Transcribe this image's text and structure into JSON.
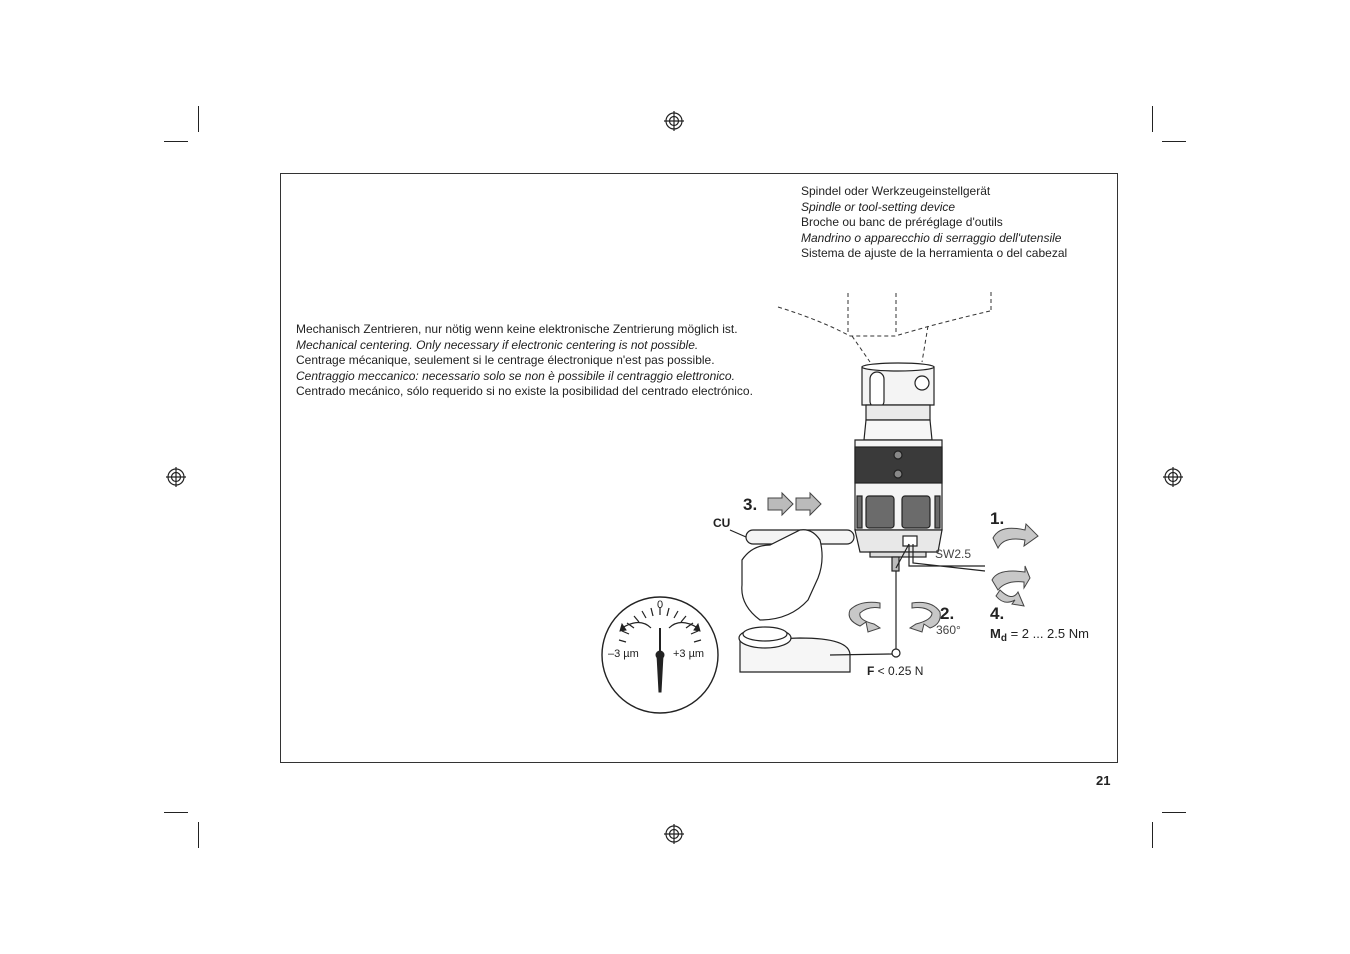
{
  "top_caption": [
    {
      "text": "Spindel oder Werkzeugeinstellgerät",
      "italic": false
    },
    {
      "text": "Spindle or tool-setting device",
      "italic": true
    },
    {
      "text": "Broche ou banc de préréglage d'outils",
      "italic": false
    },
    {
      "text": "Mandrino o apparecchio di serraggio dell'utensile",
      "italic": true
    },
    {
      "text": "Sistema de ajuste de la herramienta o del cabezal",
      "italic": false
    }
  ],
  "left_caption": [
    {
      "text": "Mechanisch Zentrieren, nur nötig wenn keine elektronische Zentrierung möglich ist.",
      "italic": false
    },
    {
      "text": "Mechanical centering. Only necessary if electronic centering is not possible.",
      "italic": true
    },
    {
      "text": "Centrage mécanique, seulement si le centrage électronique n'est pas possible.",
      "italic": false
    },
    {
      "text": "Centraggio meccanico: necessario solo se non è possibile il centraggio elettronico.",
      "italic": true
    },
    {
      "text": "Centrado mecánico, sólo requerido si no existe la posibilidad del centrado electrónico.",
      "italic": false
    }
  ],
  "diagram": {
    "step1": "1.",
    "step2": "2.",
    "step3": "3.",
    "step4": "4.",
    "cu_label": "CU",
    "sw_label": "SW2.5",
    "rotation": "360°",
    "torque_symbol": "M",
    "torque_sub": "d",
    "torque_value": " = 2 ... 2.5 Nm",
    "force_symbol": "F",
    "force_value": " < 0.25 N",
    "gauge_zero": "0",
    "gauge_minus": "–3 µm",
    "gauge_plus": "+3 µm"
  },
  "page_number": "21"
}
